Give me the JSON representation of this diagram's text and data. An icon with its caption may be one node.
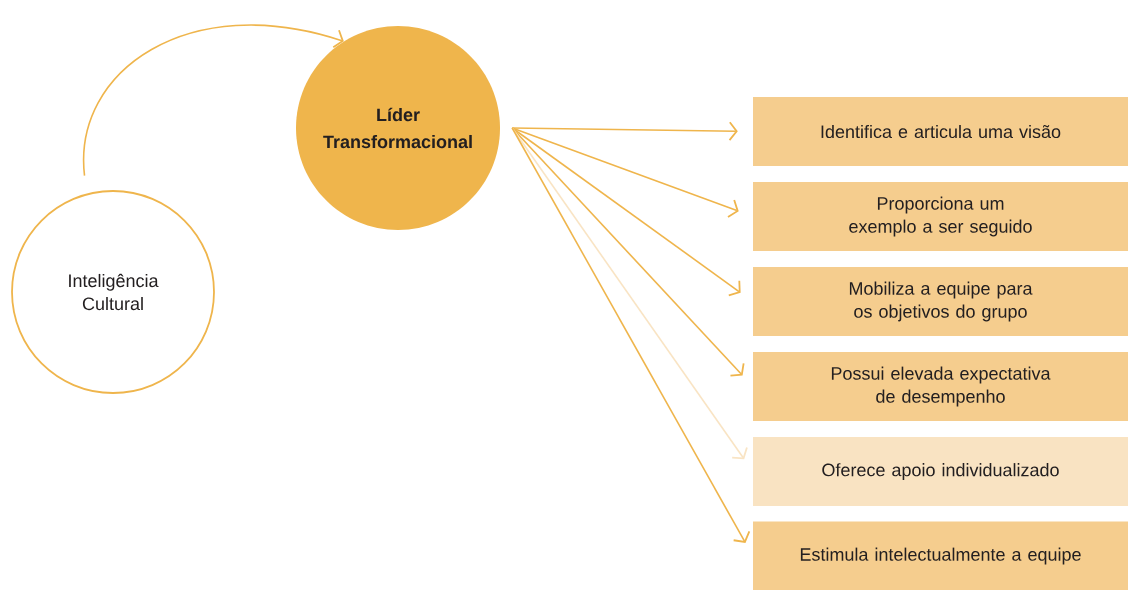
{
  "diagram": {
    "nodes": [
      {
        "text": [
          "Inteligência Cultural"
        ]
      },
      {
        "text": [
          "Líder Transformacional"
        ]
      },
      {
        "text": [
          "Identifica e articula uma visão"
        ]
      },
      {
        "text": [
          "Proporciona um exemplo a ser seguido"
        ]
      },
      {
        "text": [
          "Mobiliza a equipe para os objetivos do grupo"
        ]
      },
      {
        "text": [
          "Possui elevada expectativa de desempenho"
        ]
      },
      {
        "text": [
          "Oferece apoio individualizado"
        ]
      },
      {
        "text": [
          "Estimula intelectualmente a equipe"
        ]
      }
    ],
    "edges": [
      {
        "from": 0,
        "to": 1,
        "arrow": "to"
      },
      {
        "from": 1,
        "to": 2,
        "arrow": "to"
      },
      {
        "from": 1,
        "to": 3,
        "arrow": "to"
      },
      {
        "from": 1,
        "to": 4,
        "arrow": "to"
      },
      {
        "from": 1,
        "to": 5,
        "arrow": "to"
      },
      {
        "from": 1,
        "to": 6,
        "arrow": "to",
        "color": "#f9e4c4"
      },
      {
        "from": 1,
        "to": 7,
        "arrow": "to"
      }
    ]
  }
}
